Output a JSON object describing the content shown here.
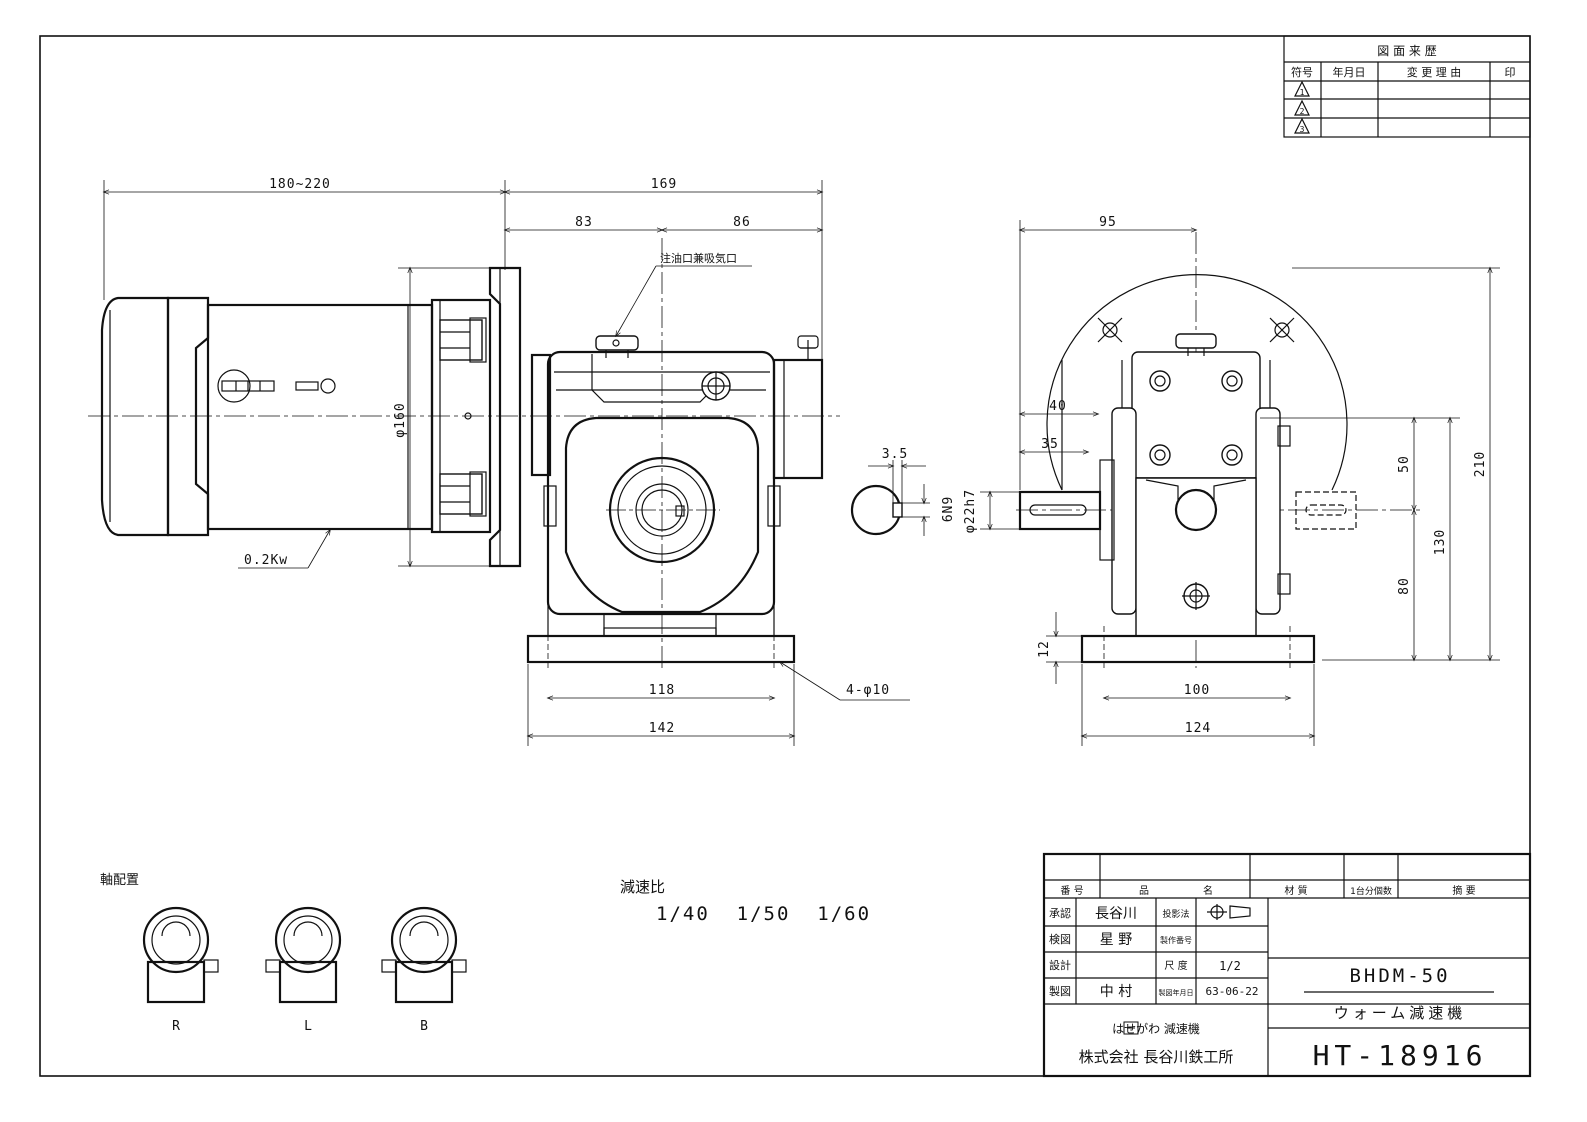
{
  "revision_table": {
    "title": "図 面 来 歴",
    "headers": [
      "符号",
      "年月日",
      "変 更 理 由",
      "印"
    ],
    "marks": [
      "1",
      "2",
      "3"
    ]
  },
  "side_view": {
    "dims": {
      "motor_length": "180~220",
      "total_length": "169",
      "left_part": "83",
      "right_part": "86",
      "flange_dia": "φ160",
      "base_inner": "118",
      "base_outer": "142",
      "holes": "4-φ10",
      "power": "0.2Kw"
    },
    "oil_port": "注油口兼吸気口"
  },
  "key_detail": {
    "width": "3.5",
    "tolerance": "6N9"
  },
  "front_view": {
    "dims": {
      "shaft_extension": "95",
      "d40": "40",
      "d35": "35",
      "shaft_dia": "φ22h7",
      "upper_height": "50",
      "lower_height": "80",
      "center_height": "130",
      "total_height": "210",
      "base_thickness": "12",
      "base_inner": "100",
      "base_outer": "124"
    }
  },
  "shaft_arrangement": {
    "title": "軸配置",
    "labels": [
      "R",
      "L",
      "B"
    ]
  },
  "reduction": {
    "title": "減速比",
    "values": "1/40  1/50  1/60"
  },
  "title_block": {
    "col_headers": [
      "番 号",
      "品",
      "名",
      "材 質",
      "1台分個数",
      "摘 要"
    ],
    "rows": [
      {
        "label": "承認",
        "name": "長谷川",
        "label2": "投影法",
        "value2": ""
      },
      {
        "label": "検図",
        "name": "星 野",
        "label2": "製作番号",
        "value2": ""
      },
      {
        "label": "設計",
        "name": "",
        "label2": "尺 度",
        "value2": "1/2"
      },
      {
        "label": "製図",
        "name": "中 村",
        "label2": "製図年月日",
        "value2": "63-06-22"
      }
    ],
    "model": "BHDM-50",
    "product": "ウォーム減速機",
    "brand_line": "はせがわ 減速機",
    "company": "株式会社 長谷川鉄工所",
    "drawing_no": "HT-18916"
  }
}
